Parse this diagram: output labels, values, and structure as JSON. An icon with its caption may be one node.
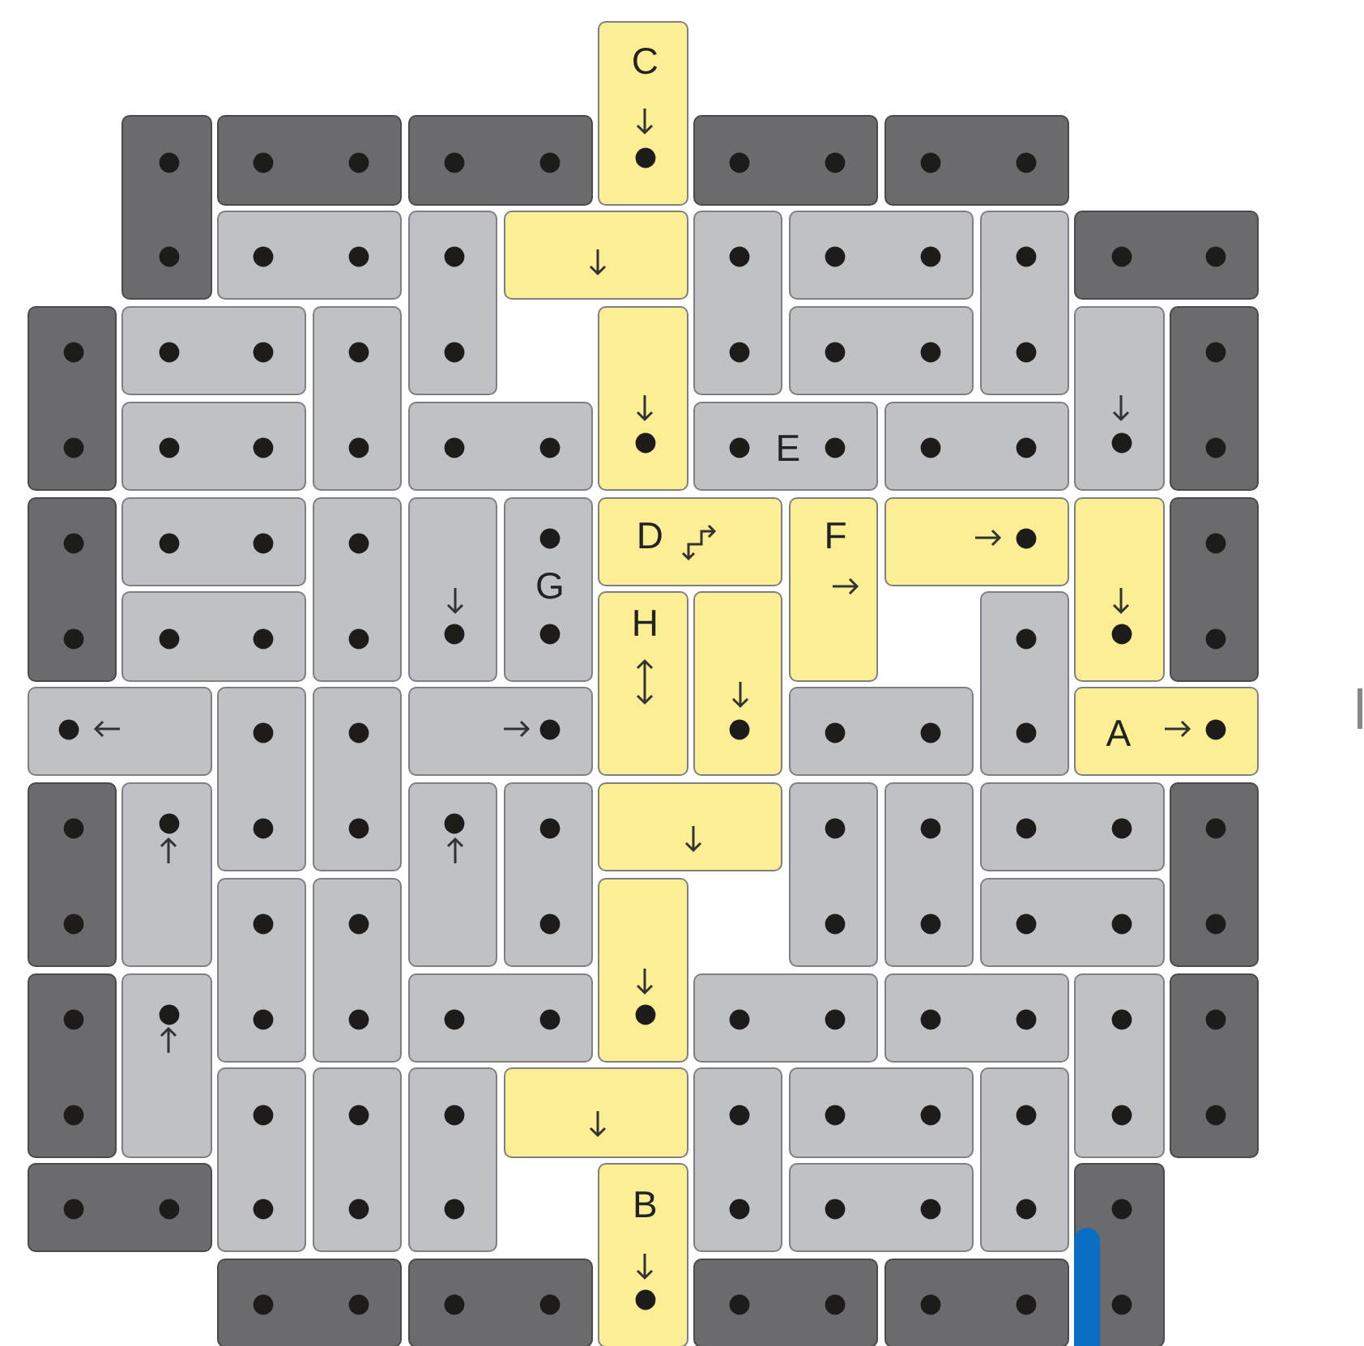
{
  "diagram": {
    "nodes": [
      {
        "text": [
          "C"
        ]
      },
      {
        "text": [],
        "shape": "box"
      },
      {
        "text": [],
        "shape": "box"
      },
      {
        "text": [],
        "shape": "box"
      },
      {
        "text": [],
        "shape": "box"
      },
      {
        "text": [],
        "shape": "box"
      },
      {
        "text": [],
        "shape": "box"
      },
      {
        "text": [],
        "shape": "box"
      },
      {
        "text": [],
        "shape": "box"
      },
      {
        "text": [],
        "shape": "box"
      },
      {
        "text": [],
        "shape": "box"
      },
      {
        "text": [],
        "shape": "box"
      },
      {
        "text": [],
        "shape": "box"
      },
      {
        "text": [],
        "shape": "box"
      },
      {
        "text": [],
        "shape": "box"
      },
      {
        "text": [],
        "shape": "box"
      },
      {
        "text": [],
        "shape": "box"
      },
      {
        "text": [],
        "shape": "box"
      },
      {
        "text": [],
        "shape": "box"
      },
      {
        "text": [],
        "shape": "box"
      },
      {
        "text": [],
        "shape": "box"
      },
      {
        "text": [],
        "shape": "box"
      },
      {
        "text": [
          "E"
        ]
      },
      {
        "text": [],
        "shape": "box"
      },
      {
        "text": [],
        "shape": "box"
      },
      {
        "text": [],
        "shape": "box"
      },
      {
        "text": [],
        "shape": "box"
      },
      {
        "text": [],
        "shape": "box"
      },
      {
        "text": [
          "G"
        ]
      },
      {
        "text": [
          "D"
        ]
      },
      {
        "text": [
          "F"
        ]
      },
      {
        "text": [],
        "shape": "box"
      },
      {
        "text": [],
        "shape": "box"
      },
      {
        "text": [],
        "shape": "box"
      },
      {
        "text": [],
        "shape": "box"
      },
      {
        "text": [
          "H"
        ]
      },
      {
        "text": [],
        "shape": "box"
      },
      {
        "text": [],
        "shape": "box"
      },
      {
        "text": [],
        "shape": "box"
      },
      {
        "text": [],
        "shape": "box"
      },
      {
        "text": [],
        "shape": "box"
      },
      {
        "text": [],
        "shape": "box"
      },
      {
        "text": [],
        "shape": "box"
      },
      {
        "text": [
          "A"
        ]
      },
      {
        "text": [],
        "shape": "box"
      },
      {
        "text": [],
        "shape": "box"
      },
      {
        "text": [],
        "shape": "box"
      },
      {
        "text": [],
        "shape": "box"
      },
      {
        "text": [],
        "shape": "box"
      },
      {
        "text": [],
        "shape": "box"
      },
      {
        "text": [],
        "shape": "box"
      },
      {
        "text": [],
        "shape": "box"
      },
      {
        "text": [],
        "shape": "box"
      },
      {
        "text": [],
        "shape": "box"
      },
      {
        "text": [],
        "shape": "box"
      },
      {
        "text": [],
        "shape": "box"
      },
      {
        "text": [],
        "shape": "box"
      },
      {
        "text": [],
        "shape": "box"
      },
      {
        "text": [],
        "shape": "box"
      },
      {
        "text": [],
        "shape": "box"
      },
      {
        "text": [],
        "shape": "box"
      },
      {
        "text": [],
        "shape": "box"
      },
      {
        "text": [],
        "shape": "box"
      },
      {
        "text": [],
        "shape": "box"
      },
      {
        "text": [],
        "shape": "box"
      },
      {
        "text": [],
        "shape": "box"
      },
      {
        "text": [],
        "shape": "box"
      },
      {
        "text": [],
        "shape": "box"
      },
      {
        "text": [],
        "shape": "box"
      },
      {
        "text": [],
        "shape": "box"
      },
      {
        "text": [],
        "shape": "box"
      },
      {
        "text": [],
        "shape": "box"
      },
      {
        "text": [
          "B"
        ]
      },
      {
        "text": [],
        "shape": "box"
      },
      {
        "text": [],
        "shape": "box"
      },
      {
        "text": [],
        "shape": "box"
      },
      {
        "text": [],
        "shape": "box"
      },
      {
        "text": [],
        "shape": "box"
      },
      {
        "text": [],
        "shape": "box"
      },
      {
        "text": [],
        "shape": "bar",
        "in": 74
      }
    ]
  }
}
